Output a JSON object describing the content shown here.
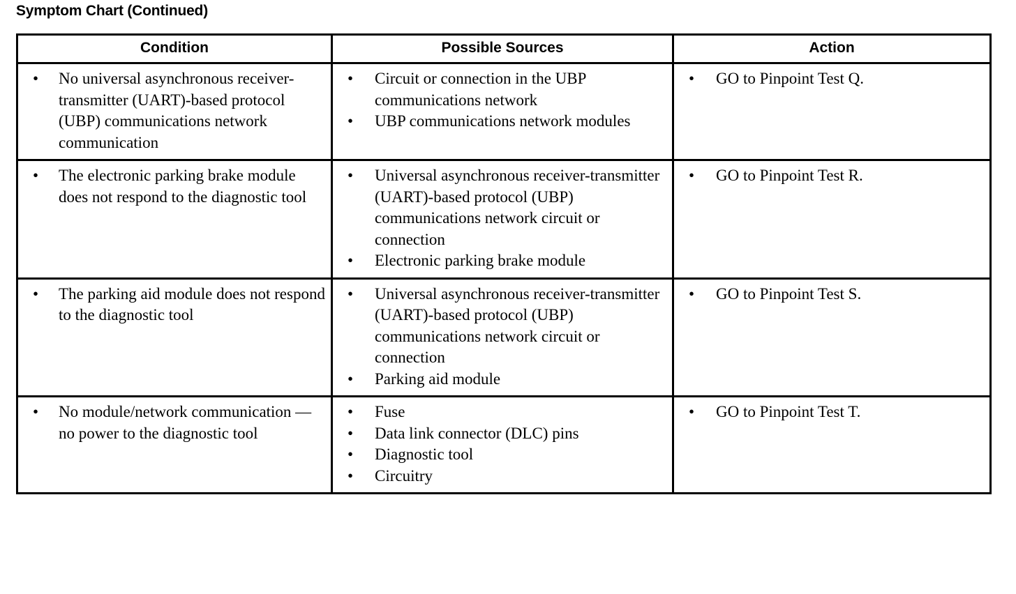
{
  "document": {
    "title": "Symptom Chart (Continued)"
  },
  "table": {
    "headers": {
      "condition": "Condition",
      "sources": "Possible Sources",
      "action": "Action"
    },
    "bullet_glyph": "•",
    "rows": [
      {
        "condition": [
          "No universal asynchronous receiver-transmitter (UART)-based protocol (UBP) communications network communication"
        ],
        "sources": [
          "Circuit or connection in the UBP communications network",
          "UBP communications network modules"
        ],
        "action": [
          "GO to Pinpoint Test Q."
        ]
      },
      {
        "condition": [
          "The electronic parking brake module does not respond to the diagnostic tool"
        ],
        "sources": [
          "Universal asynchronous receiver-transmitter (UART)-based protocol (UBP) communications network circuit or connection",
          "Electronic parking brake module"
        ],
        "action": [
          "GO to Pinpoint Test R."
        ]
      },
      {
        "condition": [
          "The parking aid module does not respond to the diagnostic tool"
        ],
        "sources": [
          "Universal asynchronous receiver-transmitter (UART)-based protocol (UBP) communications network circuit or connection",
          "Parking aid module"
        ],
        "action": [
          "GO to Pinpoint Test S."
        ]
      },
      {
        "condition": [
          "No module/network communication — no power to the diagnostic tool"
        ],
        "sources": [
          "Fuse",
          "Data link connector (DLC) pins",
          "Diagnostic tool",
          "Circuitry"
        ],
        "action": [
          "GO to Pinpoint Test T."
        ]
      }
    ]
  }
}
